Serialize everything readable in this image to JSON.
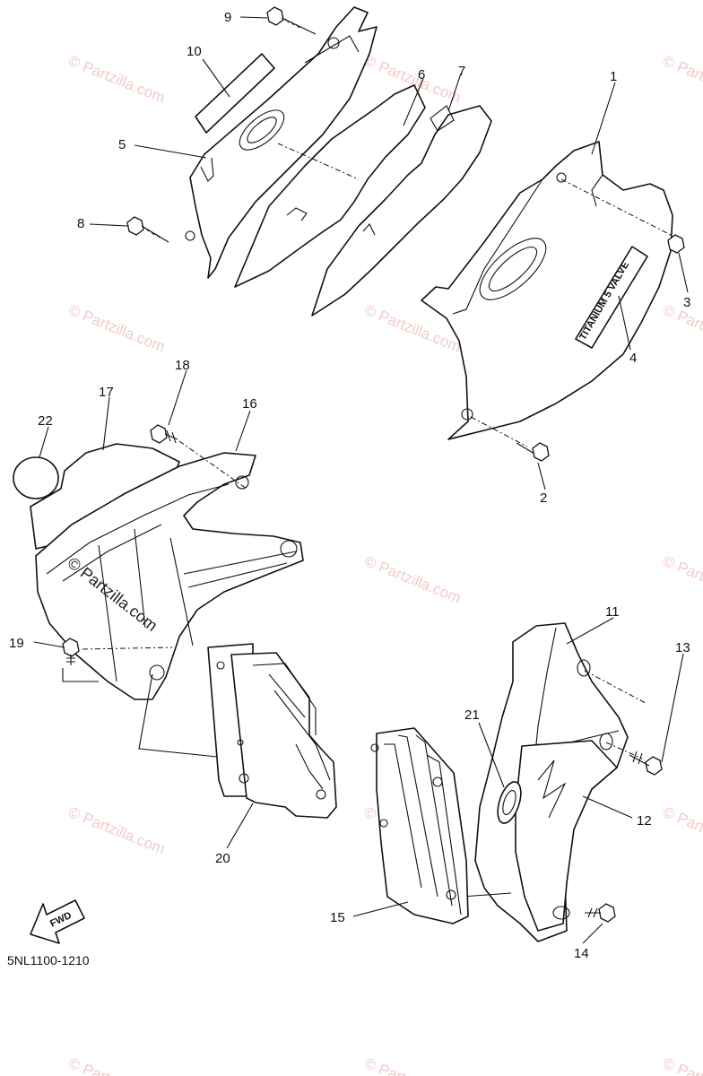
{
  "diagram_code": "5NL1100-1210",
  "watermark_text": "© Partzilla.com",
  "decal_text": "TITANIUM 5 VALVE",
  "fwd_label": "FWD",
  "callouts": [
    {
      "id": "1",
      "label": "1"
    },
    {
      "id": "2",
      "label": "2"
    },
    {
      "id": "3",
      "label": "3"
    },
    {
      "id": "4",
      "label": "4"
    },
    {
      "id": "5",
      "label": "5"
    },
    {
      "id": "6",
      "label": "6"
    },
    {
      "id": "7",
      "label": "7"
    },
    {
      "id": "8",
      "label": "8"
    },
    {
      "id": "9",
      "label": "9"
    },
    {
      "id": "10",
      "label": "10"
    },
    {
      "id": "11",
      "label": "11"
    },
    {
      "id": "12",
      "label": "12"
    },
    {
      "id": "13",
      "label": "13"
    },
    {
      "id": "14",
      "label": "14"
    },
    {
      "id": "15",
      "label": "15"
    },
    {
      "id": "16",
      "label": "16"
    },
    {
      "id": "17",
      "label": "17"
    },
    {
      "id": "18",
      "label": "18"
    },
    {
      "id": "19",
      "label": "19"
    },
    {
      "id": "20",
      "label": "20"
    },
    {
      "id": "21",
      "label": "21"
    },
    {
      "id": "22",
      "label": "22"
    }
  ]
}
